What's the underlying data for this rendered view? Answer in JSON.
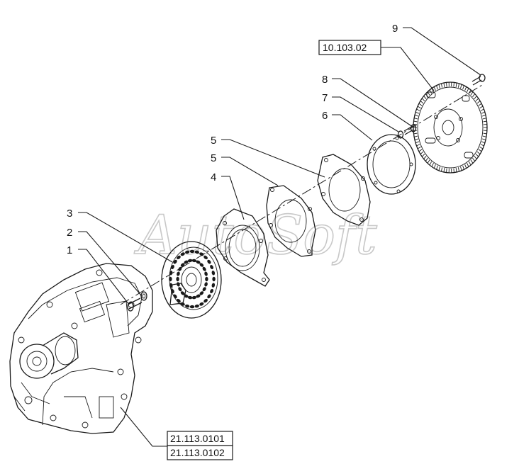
{
  "watermark": "AutoSoft",
  "callouts": [
    {
      "id": "c1",
      "label": "1"
    },
    {
      "id": "c2",
      "label": "2"
    },
    {
      "id": "c3",
      "label": "3"
    },
    {
      "id": "c4",
      "label": "4"
    },
    {
      "id": "c5a",
      "label": "5"
    },
    {
      "id": "c5b",
      "label": "5"
    },
    {
      "id": "c6",
      "label": "6"
    },
    {
      "id": "c7",
      "label": "7"
    },
    {
      "id": "c8",
      "label": "8"
    },
    {
      "id": "c9",
      "label": "9"
    }
  ],
  "references": {
    "flywheel_group": "10.103.02",
    "transmission_group_1": "21.113.0101",
    "transmission_group_2": "21.113.0102"
  }
}
